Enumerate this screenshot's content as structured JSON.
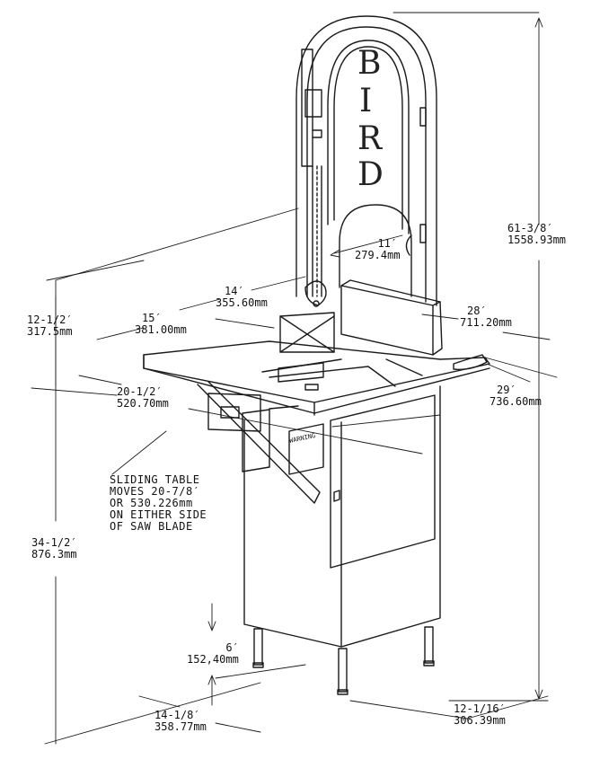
{
  "brand": {
    "letters": [
      "B",
      "I",
      "R",
      "D"
    ],
    "badge": "WARNING"
  },
  "dimensions": {
    "overall_height": {
      "inch": "61-3/8′",
      "mm": "1558.93mm"
    },
    "table_height": {
      "inch": "34-1/2′",
      "mm": "876.3mm"
    },
    "table_side_height": {
      "inch": "12-1/2′",
      "mm": "317.5mm"
    },
    "throat": {
      "inch": "11′",
      "mm": "279.4mm"
    },
    "table_depth": {
      "inch": "14′",
      "mm": "355.60mm"
    },
    "fence": {
      "inch": "15′",
      "mm": "381.00mm"
    },
    "depth_28": {
      "inch": "28′",
      "mm": "711.20mm"
    },
    "table_width": {
      "inch": "20-1/2′",
      "mm": "520.70mm"
    },
    "overall_depth": {
      "inch": "29′",
      "mm": "736.60mm"
    },
    "leg_height": {
      "inch": "6′",
      "mm": "152,40mm"
    },
    "base_width": {
      "inch": "14-1/8′",
      "mm": "358.77mm"
    },
    "base_depth": {
      "inch": "12-1/16′",
      "mm": "306.39mm"
    }
  },
  "note": {
    "lines": [
      "SLIDING TABLE",
      "MOVES 20-7/8′",
      "OR 530.226mm",
      "ON EITHER SIDE",
      "OF SAW BLADE"
    ]
  }
}
